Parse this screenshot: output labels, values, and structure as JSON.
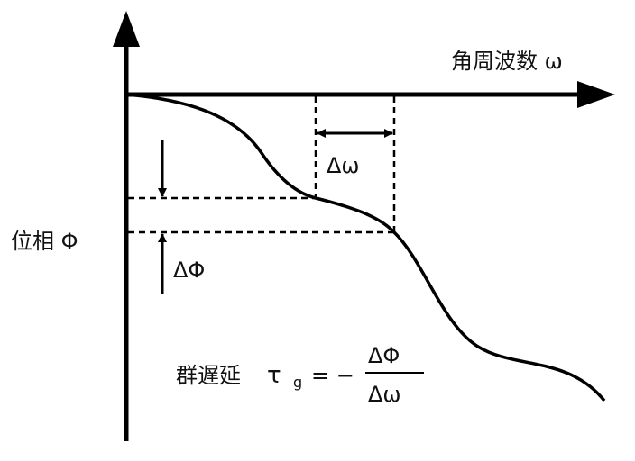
{
  "labels": {
    "x_axis": "角周波数 ω",
    "y_axis": "位相 Φ",
    "delta_omega": "Δω",
    "delta_phi": "ΔΦ",
    "formula_name": "群遅延",
    "formula_tau": "τ",
    "formula_sub": "g",
    "formula_eq": "= −",
    "formula_num": "ΔΦ",
    "formula_den": "Δω"
  },
  "colors": {
    "line": "#000000"
  }
}
